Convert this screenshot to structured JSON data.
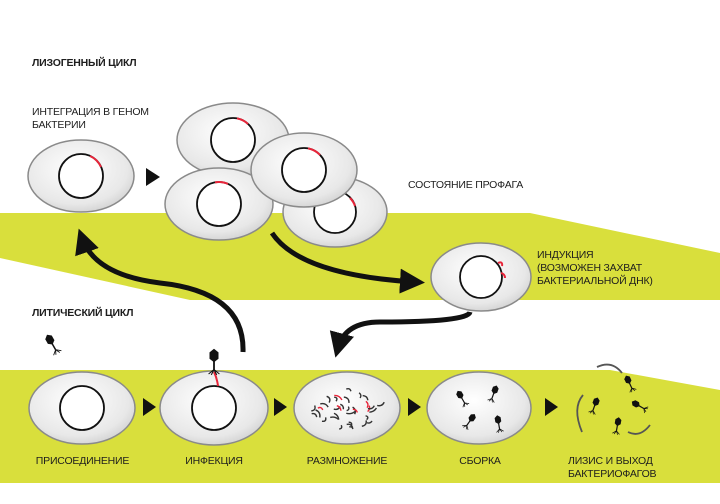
{
  "colors": {
    "plane": "#d9df3c",
    "plane_edge": "#c4ca2a",
    "cell_fill": "#e9e9e9",
    "cell_stroke": "#8a8a8a",
    "dna_red": "#e8253a",
    "arrow": "#111111",
    "text": "#1e1e1e"
  },
  "lysogenic": {
    "title": "ЛИЗОГЕННЫЙ ЦИКЛ",
    "integration": "ИНТЕГРАЦИЯ В ГЕНОМ\nБАКТЕРИИ",
    "prophage_state": "СОСТОЯНИЕ ПРОФАГА",
    "induction": "ИНДУКЦИЯ\n(ВОЗМОЖЕН ЗАХВАТ\nБАКТЕРИАЛЬНОЙ ДНК)"
  },
  "lytic": {
    "title": "ЛИТИЧЕСКИЙ ЦИКЛ",
    "steps": [
      {
        "label": "ПРИСОЕДИНЕНИЕ"
      },
      {
        "label": "ИНФЕКЦИЯ"
      },
      {
        "label": "РАЗМНОЖЕНИЕ"
      },
      {
        "label": "СБОРКА"
      },
      {
        "label": "ЛИЗИС И ВЫХОД\nБАКТЕРИОФАГОВ"
      }
    ]
  },
  "icons": {
    "phage": "bacteriophage-icon",
    "cell": "bacterial-cell-icon",
    "step_arrow": "triangle-arrow-icon",
    "curved_arrow": "curved-arrow-icon"
  }
}
